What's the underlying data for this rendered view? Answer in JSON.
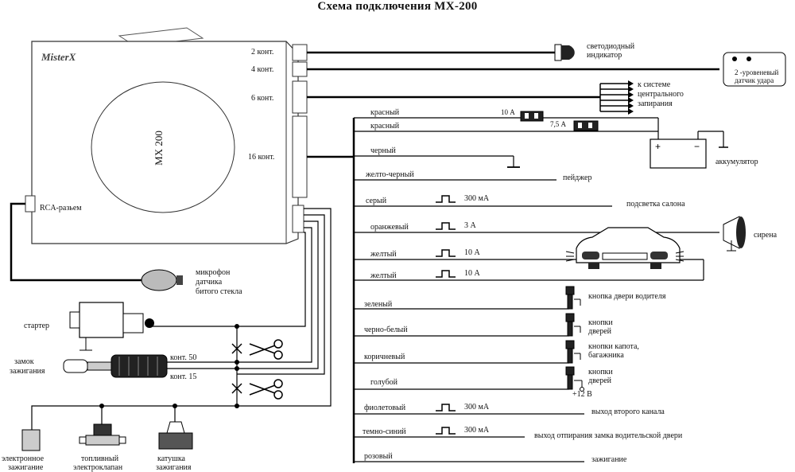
{
  "title": "Схема подключения МХ-200",
  "unit": {
    "logo": "MisterX",
    "model": "MX 200",
    "rca": "RCA-разьем",
    "connectors": [
      "2 конт.",
      "4 конт.",
      "6 конт.",
      "16 конт."
    ]
  },
  "top_devices": {
    "led": "светодиодный индикатор",
    "shock_sensor": "2 -уровеневый датчик удара",
    "central_lock": [
      "к системе",
      "центрального",
      "запирания"
    ]
  },
  "fuses": [
    "10 А",
    "7,5 А"
  ],
  "battery": "аккумулятор",
  "wires": [
    {
      "name": "красный",
      "rating": "",
      "dest": ""
    },
    {
      "name": "красный",
      "rating": "",
      "dest": ""
    },
    {
      "name": "черный",
      "rating": "",
      "dest": ""
    },
    {
      "name": "желто-черный",
      "rating": "",
      "dest": "пейджер"
    },
    {
      "name": "серый",
      "rating": "300 мА",
      "dest": "подсветка салона"
    },
    {
      "name": "оранжевый",
      "rating": "3 А",
      "dest": "сирена"
    },
    {
      "name": "желтый",
      "rating": "10 А",
      "dest": ""
    },
    {
      "name": "желтый",
      "rating": "10 А",
      "dest": ""
    },
    {
      "name": "зеленый",
      "rating": "",
      "dest": "кнопка двери водителя"
    },
    {
      "name": "черно-белый",
      "rating": "",
      "dest": "кнопки дверей"
    },
    {
      "name": "коричневый",
      "rating": "",
      "dest": "кнопки капота, багажника"
    },
    {
      "name": "голубой",
      "rating": "",
      "dest": "кнопки дверей"
    },
    {
      "name": "фиолетовый",
      "rating": "300 мА",
      "dest": "выход второго канала"
    },
    {
      "name": "темно-синий",
      "rating": "300 мА",
      "dest": "выход отпирания замка водительской двери"
    },
    {
      "name": "розовый",
      "rating": "",
      "dest": "зажигание"
    }
  ],
  "plus12": "+12 В",
  "left_devices": {
    "mic": [
      "микрофон",
      "датчика",
      "битого стекла"
    ],
    "starter": "стартер",
    "ignition_lock": [
      "замок",
      "зажигания"
    ],
    "cont50": "конт. 50",
    "cont15": "конт. 15",
    "electronic_ign": [
      "электронное",
      "зажигание"
    ],
    "fuel_valve": [
      "топливный",
      "электроклапан"
    ],
    "coil": [
      "катушка",
      "зажигания"
    ]
  }
}
